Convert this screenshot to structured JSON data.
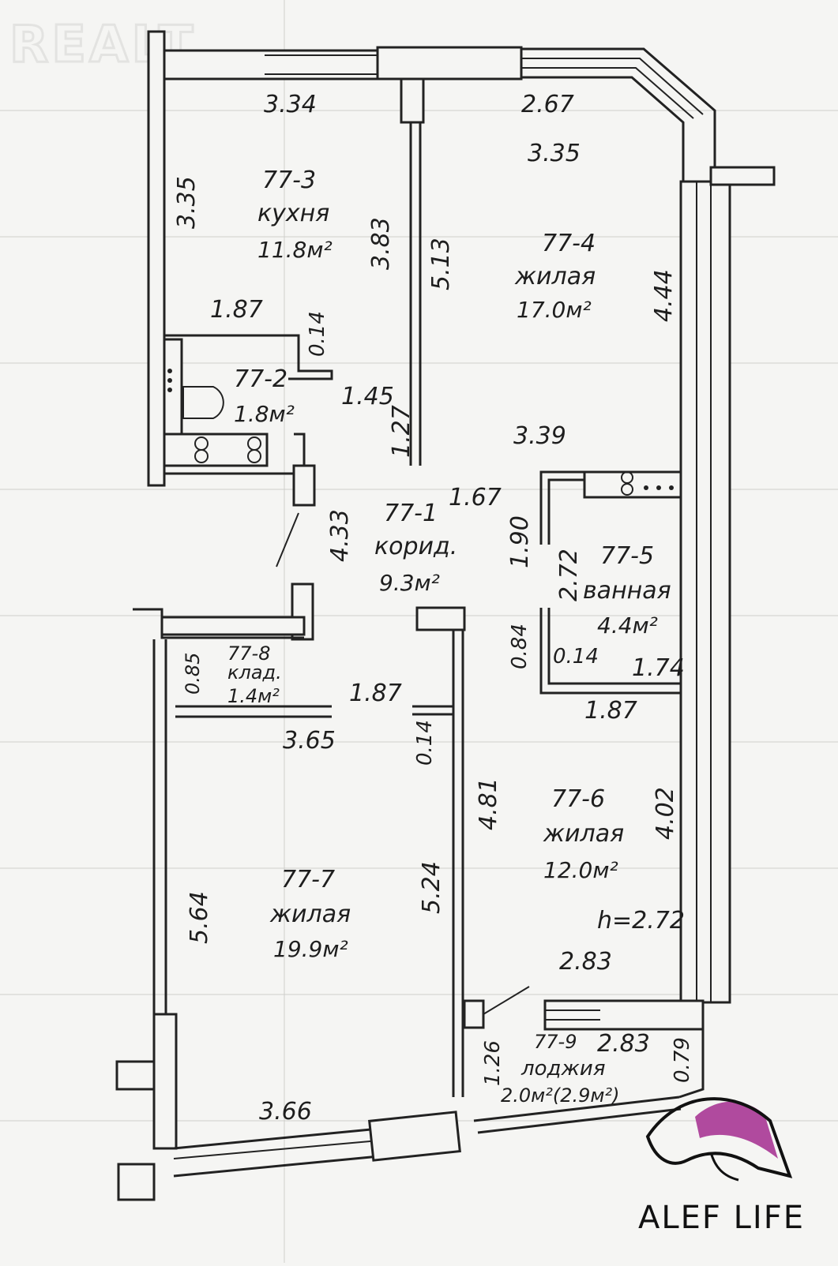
{
  "watermark": "REALT",
  "brand": "ALEF LIFE",
  "brand_color": "#b04a9e",
  "rooms": [
    {
      "id": "77-3",
      "name": "кухня",
      "area": "11.8м²"
    },
    {
      "id": "77-4",
      "name": "жилая",
      "area": "17.0м²"
    },
    {
      "id": "77-2",
      "name": "",
      "area": "1.8м²"
    },
    {
      "id": "77-1",
      "name": "корид.",
      "area": "9.3м²"
    },
    {
      "id": "77-5",
      "name": "ванная",
      "area": "4.4м²"
    },
    {
      "id": "77-8",
      "name": "клад.",
      "area": "1.4м²"
    },
    {
      "id": "77-6",
      "name": "жилая",
      "area": "12.0м²"
    },
    {
      "id": "77-7",
      "name": "жилая",
      "area": "19.9м²"
    },
    {
      "id": "77-9",
      "name": "лоджия",
      "area": "2.0м²(2.9м²)"
    }
  ],
  "dimensions": [
    "3.34",
    "2.67",
    "3.35",
    "3.35",
    "3.83",
    "5.13",
    "4.44",
    "1.87",
    "0.14",
    "1.45",
    "1.27",
    "3.39",
    "1.67",
    "4.33",
    "1.90",
    "2.72",
    "0.85",
    "1.87",
    "0.84",
    "0.14",
    "1.74",
    "1.87",
    "3.65",
    "0.14",
    "4.81",
    "4.02",
    "5.64",
    "5.24",
    "2.83",
    "2.83",
    "1.26",
    "0.79",
    "3.66"
  ],
  "ceiling_height": "h=2.72"
}
